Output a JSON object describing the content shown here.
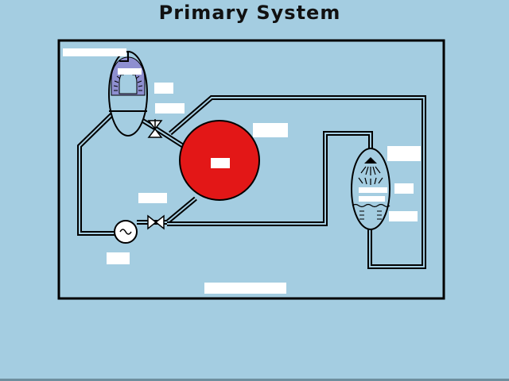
{
  "title": "Primary System",
  "colors": {
    "background": "#a4cde1",
    "frame": "#000000",
    "pipe": "#000000",
    "vessel": "#e31717",
    "steam_generator_tubes": "#8e8fd0",
    "label_box": "#ffffff"
  },
  "components": [
    "steam-generator",
    "reactor-vessel",
    "pressurizer",
    "reactor-coolant-pump",
    "valve-upper",
    "valve-lower"
  ],
  "labels": [
    "",
    "",
    "",
    "",
    "",
    "",
    "",
    "",
    "",
    "",
    "",
    "",
    "",
    "",
    ""
  ]
}
